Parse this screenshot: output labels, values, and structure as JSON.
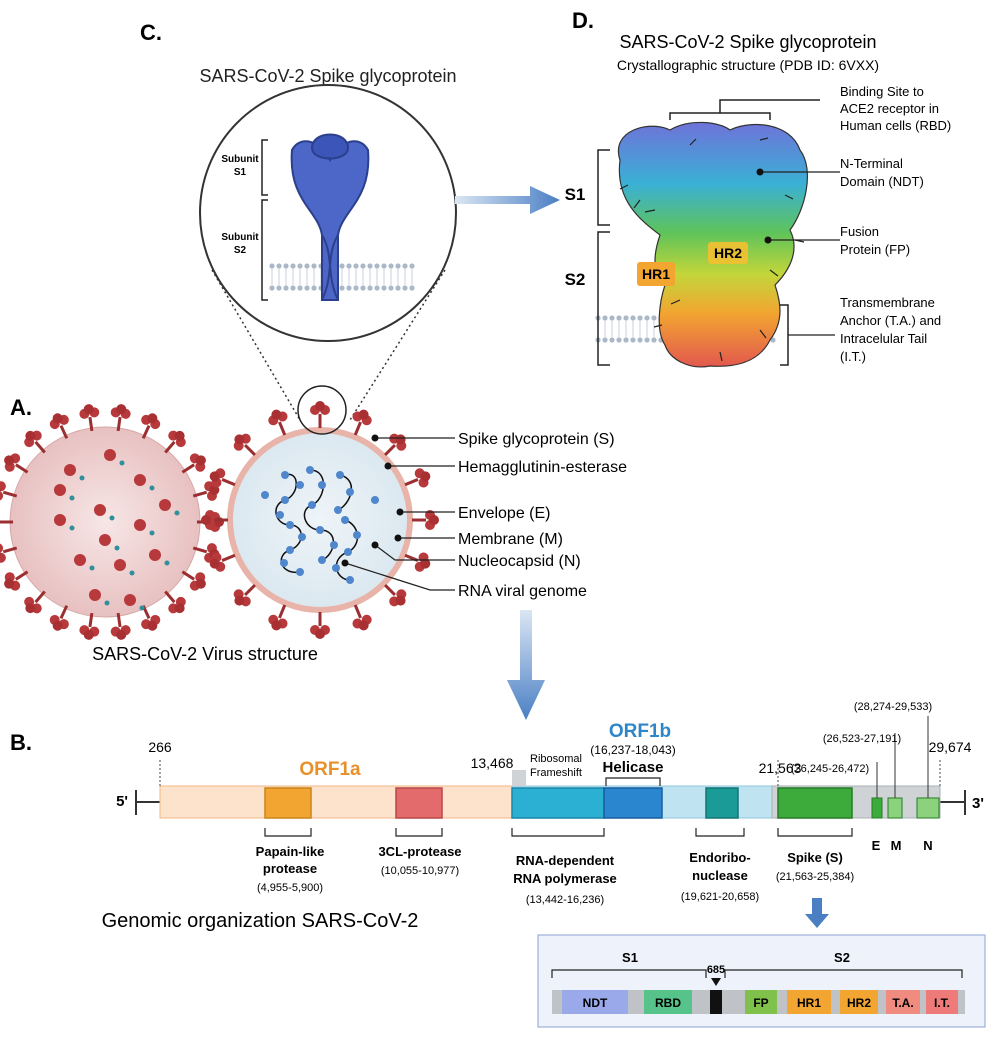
{
  "panels": {
    "c_letter": "C.",
    "d_letter": "D.",
    "a_letter": "A.",
    "b_letter": "B."
  },
  "panel_c": {
    "title": "SARS-CoV-2 Spike glycoprotein",
    "subunit1": [
      "Subunit",
      "S1"
    ],
    "subunit2": [
      "Subunit",
      "S2"
    ]
  },
  "panel_d": {
    "title": "SARS-CoV-2 Spike glycoprotein",
    "subtitle": "Crystallographic structure  (PDB ID: 6VXX)",
    "s1": "S1",
    "s2": "S2",
    "hr1": "HR1",
    "hr2": "HR2",
    "labels": [
      [
        "Binding Site to",
        "ACE2 receptor in",
        "Human cells (RBD)"
      ],
      [
        "N-Terminal",
        "Domain (NDT)"
      ],
      [
        "Fusion",
        "Protein (FP)"
      ],
      [
        "Transmembrane",
        "Anchor (T.A.) and",
        "Intracelular Tail",
        "(I.T.)"
      ]
    ]
  },
  "panel_a": {
    "caption": "SARS-CoV-2 Virus structure",
    "labels": [
      "Spike glycoprotein (S)",
      "Hemagglutinin-esterase",
      "Envelope (E)",
      "Membrane  (M)",
      "Nucleocapsid  (N)",
      "RNA viral genome"
    ]
  },
  "panel_b": {
    "caption": "Genomic organization SARS-CoV-2",
    "five_prime": "5'",
    "three_prime": "3'",
    "orf1a": "ORF1a",
    "orf1b": "ORF1b",
    "pos_266": "266",
    "pos_13468": "13,468",
    "pos_21563": "21,563",
    "pos_29674": "29,674",
    "ribosomal": [
      "Ribosomal",
      "Frameshift"
    ],
    "helicase": "Helicase",
    "helicase_range": "(16,237-18,043)",
    "papain": [
      "Papain-like",
      "protease"
    ],
    "papain_range": "(4,955-5,900)",
    "cl3": "3CL-protease",
    "cl3_range": "(10,055-10,977)",
    "rdrp": [
      "RNA-dependent",
      "RNA polymerase"
    ],
    "rdrp_range": "(13,442-16,236)",
    "endo": [
      "Endoribo-",
      "nuclease"
    ],
    "endo_range": "(19,621-20,658)",
    "spike": "Spike (S)",
    "spike_range": "(21,563-25,384)",
    "e": "E",
    "m": "M",
    "n": "N",
    "n_range": "(28,274-29,533)",
    "m_range": "(26,523-27,191)",
    "e_range": "(26,245-26,472)"
  },
  "spike_domains": {
    "s1": "S1",
    "s2": "S2",
    "site": "685",
    "segments": [
      "NDT",
      "RBD",
      "FP",
      "HR1",
      "HR2",
      "T.A.",
      "I.T."
    ]
  },
  "colors": {
    "orf1a": "#e8912a",
    "orf1b": "#2e86c8",
    "arrow": "#4a7fc4",
    "virus_red": "#b8393b",
    "virus_body": "#f3dede"
  }
}
